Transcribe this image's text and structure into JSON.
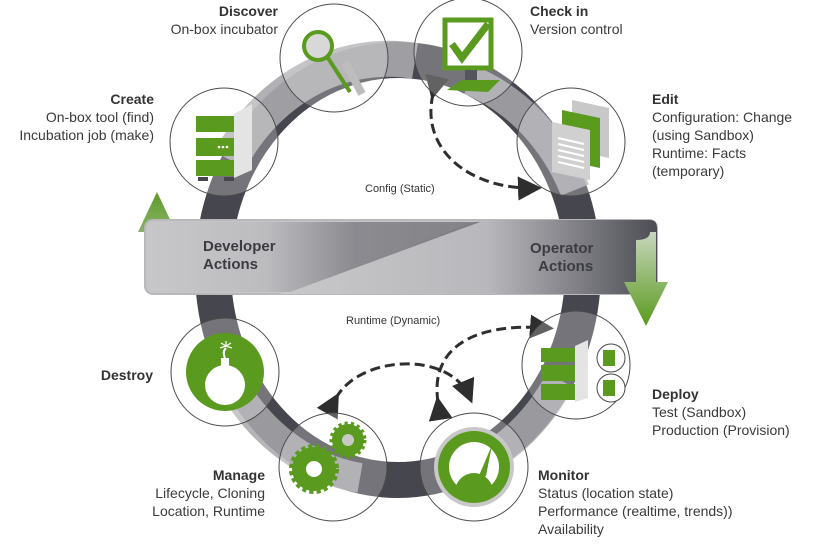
{
  "diagram": {
    "colors": {
      "green": "#5a9a1e",
      "ring_dark": "#46464e",
      "ring_light": "#a8a8ad",
      "band_light": "#c6c6c8",
      "band_dark": "#55555e",
      "arrow_green_top": "#5f9a2a"
    },
    "band": {
      "left_label_line1": "Developer",
      "left_label_line2": "Actions",
      "right_label_line1": "Operator",
      "right_label_line2": "Actions"
    },
    "cross_links": {
      "top": "Config (Static)",
      "bottom": "Runtime (Dynamic)"
    },
    "stages": [
      {
        "id": "discover",
        "icon": "magnifier-icon",
        "title": "Discover",
        "lines": [
          "On-box incubator"
        ]
      },
      {
        "id": "check-in",
        "icon": "monitor-check-icon",
        "title": "Check in",
        "lines": [
          "Version control"
        ]
      },
      {
        "id": "edit",
        "icon": "documents-icon",
        "title": "Edit",
        "lines": [
          "Configuration: Change",
          "(using Sandbox)",
          "Runtime: Facts",
          "(temporary)"
        ]
      },
      {
        "id": "deploy",
        "icon": "server-deploy-icon",
        "title": "Deploy",
        "lines": [
          "Test (Sandbox)",
          "Production (Provision)"
        ]
      },
      {
        "id": "monitor",
        "icon": "gauge-icon",
        "title": "Monitor",
        "lines": [
          "Status (location state)",
          "Performance (realtime, trends))",
          "Availability"
        ]
      },
      {
        "id": "manage",
        "icon": "gears-icon",
        "title": "Manage",
        "lines": [
          "Lifecycle, Cloning",
          "Location, Runtime"
        ]
      },
      {
        "id": "destroy",
        "icon": "bomb-icon",
        "title": "Destroy",
        "lines": []
      },
      {
        "id": "create",
        "icon": "server-stack-icon",
        "title": "Create",
        "lines": [
          "On-box tool (find)",
          "Incubation job (make)"
        ]
      }
    ]
  }
}
